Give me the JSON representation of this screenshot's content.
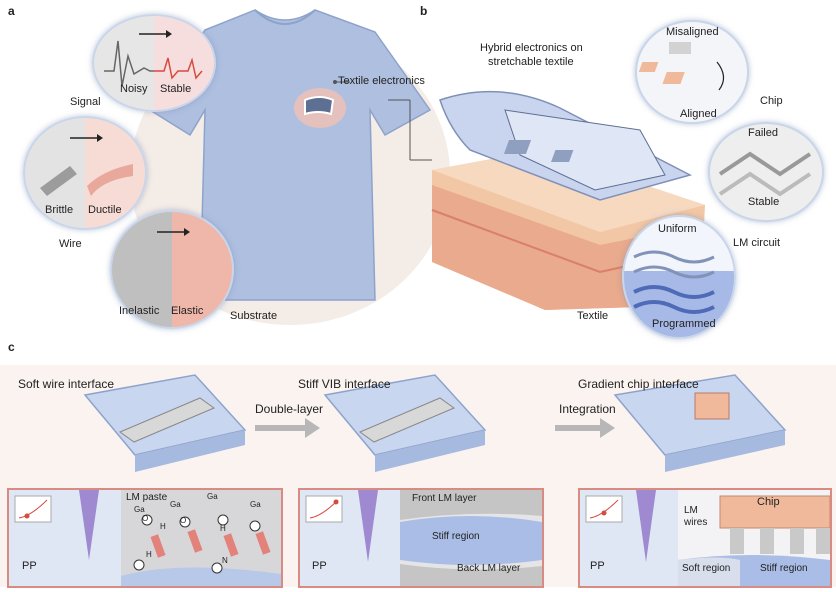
{
  "panels": {
    "a": "a",
    "b": "b",
    "c": "c"
  },
  "panel_a": {
    "textile_electronics": "Textile electronics",
    "signal": "Signal",
    "noisy": "Noisy",
    "stable": "Stable",
    "wire": "Wire",
    "brittle": "Brittle",
    "ductile": "Ductile",
    "substrate": "Substrate",
    "inelastic": "Inelastic",
    "elastic": "Elastic"
  },
  "panel_b": {
    "hybrid_line1": "Hybrid electronics on",
    "hybrid_line2": "stretchable textile",
    "misaligned": "Misaligned",
    "aligned": "Aligned",
    "chip": "Chip",
    "failed": "Failed",
    "stable": "Stable",
    "lm_circuit": "LM circuit",
    "uniform": "Uniform",
    "programmed": "Programmed",
    "textile": "Textile"
  },
  "panel_c": {
    "soft_wire": "Soft wire interface",
    "stiff_vib": "Stiff VIB interface",
    "gradient_chip": "Gradient chip interface",
    "double_layer": "Double-layer",
    "integration": "Integration",
    "pp1": "PP",
    "pp2": "PP",
    "pp3": "PP",
    "lm_paste": "LM paste",
    "ga": "Ga",
    "o": "O",
    "h": "H",
    "n": "N",
    "front_lm": "Front LM layer",
    "stiff_region": "Stiff region",
    "back_lm": "Back LM layer",
    "chip": "Chip",
    "lm_wires_1": "LM",
    "lm_wires_2": "wires",
    "soft_region": "Soft region",
    "stiff_region2": "Stiff region"
  },
  "colors": {
    "shirt": "#aebfe0",
    "accent_red": "#e3524a",
    "skin": "#f2c7a5",
    "chip": "#f0b99b"
  }
}
